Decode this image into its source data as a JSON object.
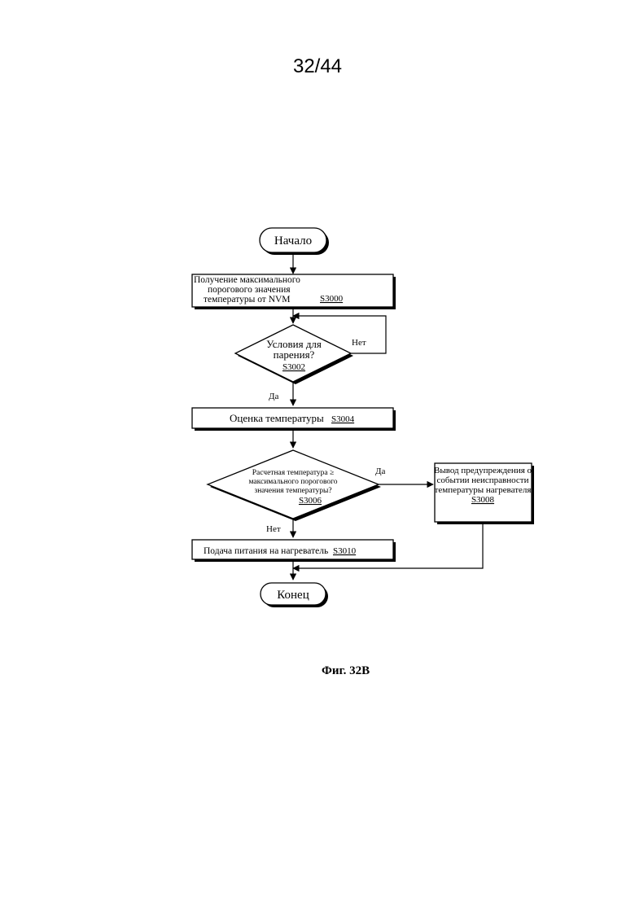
{
  "page": {
    "number": "32/44",
    "figure_caption": "Фиг. 32В"
  },
  "flowchart": {
    "start": "Начало",
    "end": "Конец",
    "s3000": {
      "line1": "Получение максимального",
      "line2": "порогового значения",
      "line3": "температуры от NVM",
      "step": "S3000"
    },
    "s3002": {
      "line1": "Условия для",
      "line2": "парения?",
      "step": "S3002",
      "no_label": "Нет",
      "yes_label": "Да"
    },
    "s3004": {
      "text": "Оценка температуры",
      "step": "S3004"
    },
    "s3006": {
      "line1": "Расчетная температура ≥",
      "line2": "максимального порогового",
      "line3": "значения температуры?",
      "step": "S3006",
      "yes_label": "Да",
      "no_label": "Нет"
    },
    "s3008": {
      "line1": "Вывод предупреждения о",
      "line2": "событии неисправности",
      "line3": "температуры нагревателя",
      "step": "S3008"
    },
    "s3010": {
      "text": "Подача питания на нагреватель",
      "step": "S3010"
    }
  }
}
